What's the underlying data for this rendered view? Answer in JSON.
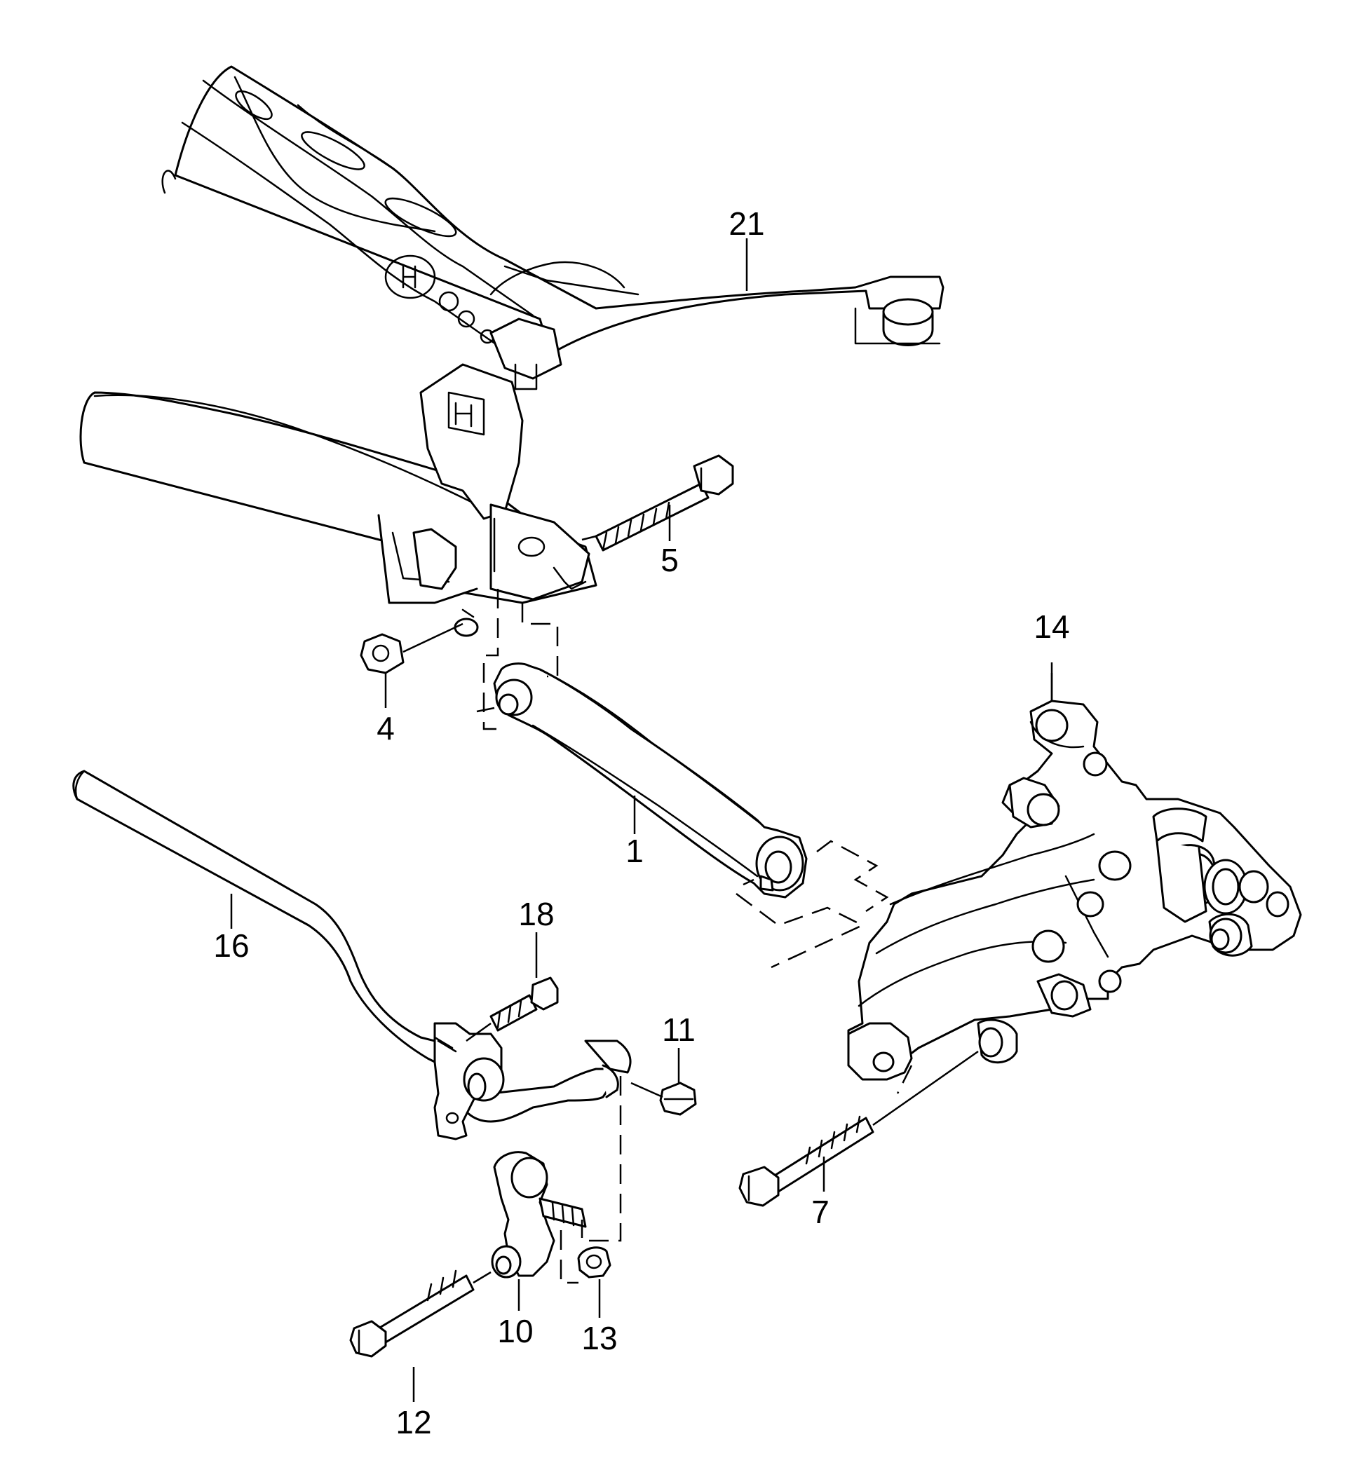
{
  "diagram": {
    "background": "#ffffff",
    "line_color": "#000000",
    "parts": [
      {
        "id": "subframe",
        "callout": "21"
      },
      {
        "id": "hex-bolt-upper",
        "callout": "5"
      },
      {
        "id": "hex-nut-upper",
        "callout": "4"
      },
      {
        "id": "transverse-link",
        "callout": "1"
      },
      {
        "id": "wheel-bearing-housing",
        "callout": "14"
      },
      {
        "id": "stabilizer-bar",
        "callout": "16"
      },
      {
        "id": "clamp-bolt",
        "callout": "18"
      },
      {
        "id": "stabilizer-nut",
        "callout": "11"
      },
      {
        "id": "hex-bolt-lower",
        "callout": "7"
      },
      {
        "id": "coupling-rod",
        "callout": "10"
      },
      {
        "id": "coupling-rod-bolt",
        "callout": "12"
      },
      {
        "id": "coupling-rod-nut",
        "callout": "13"
      }
    ]
  }
}
